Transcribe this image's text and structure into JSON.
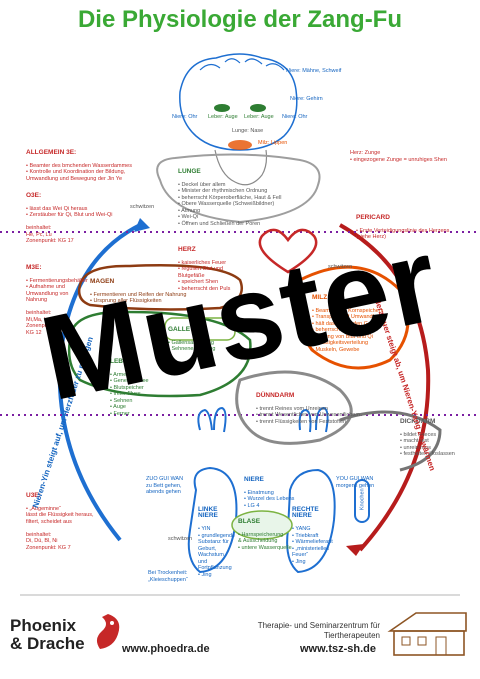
{
  "title": "Die Physiologie der Zang-Fu",
  "watermark": "Muster",
  "head_labels": {
    "niere_maehne": "Niere: Mähne, Schweif",
    "niere_gehirn": "Niere: Gehirn",
    "niere_ohr_left": "Niere: Ohr",
    "niere_ohr_right": "Niere: Ohr",
    "leber_auge_left": "Leber: Auge",
    "leber_auge_right": "Leber: Auge",
    "lunge_nase": "Lunge: Nase",
    "milz_lippen": "Milz: Lippen",
    "herz_zunge": "Herz: Zunge\n• eingezogene Zunge = unruhiges Shen"
  },
  "allgemein": {
    "head": "ALLGEMEIN 3E:",
    "text": "• Beamter des bmchenden Wasserdammes\n• Kontrolle und Koordination der Bildung,\nUmwandlung und Bewegung der Jin Ye"
  },
  "o3e": {
    "head": "O3E:",
    "text": "• lässt das Wei Qi heraus\n• Zerstäuber für Qi, Blut und Wei-Qi\n\nbeinhaltet:\nHe, Pc, Lu\nZonenpunkt: KG 17"
  },
  "m3e": {
    "head": "M3E:",
    "text": "• Fermentierungsbehälter\n• Aufnahme und\nUmwandlung von\nNahrung\n\nbeinhaltet:\nMi,Ma, Le, Gb\nZonenpunkt:\nKG 12"
  },
  "u3e": {
    "head": "U3E:",
    "text": "• „Abgeminne“\nlässt die Flüssigkeit heraus,\nfiltert, scheidet aus\n\nbeinhaltet:\nDi, Dü, Bl, Ni\nZonenpunkt: KG 7"
  },
  "lunge": {
    "head": "LUNGE",
    "text": "• Deckel über allem\n• Minister der rhythmischen Ordnung\n• beherrscht Körperoberfläche, Haut & Fell\n• Obere Wasserquelle (Schweißbildner)\n• Atmung\n• Wei-Qi\n• Öffnen und Schließen der Poren"
  },
  "herz": {
    "head": "HERZ",
    "text": "• kaiserliches Feuer\n• reguliert Blut und\nBlutgefäße\n• speichert Shen\n• beherrscht den Puls"
  },
  "pericard": {
    "head": "PERICARD",
    "text": "• Erste Verteidigungslinie des Herzens\n(siehe Herz)"
  },
  "magen": {
    "head": "MAGEN",
    "text": "• Fermentieren und Reifen der Nahrung\n• Ursprung aller Flüssigkeiten"
  },
  "galle": {
    "head": "GALLE",
    "text": "• Gallensaftbildung\n• Sehnenernährung"
  },
  "milz": {
    "head": "MILZ",
    "text": "• Beamter des Kornspeichers\n• Transport und Umwandlung\n• hält das Blut in den Gefäßen\n• beherrscht Fleisch\n• Bildung von Blut und Qi\n• Flüssigkeitsverteilung\n• Muskeln, Gewebe"
  },
  "leber": {
    "head": "LEBER",
    "text": "• Armee\n• Generalarmee\n• Blutspeicher\n• freier Fluss\n• Sehnen\n• Auge\n• Ferner"
  },
  "duenndarm": {
    "head": "DÜNNDARM",
    "text": "• trennt Reines vom Unreinen\n• trennt Wesentliches von Unwesentlichem\n• trennt Flüssigkeiten von Feststoffen"
  },
  "dickdarm": {
    "head": "DICKDARM",
    "text": "• bildet Faeces\n• macht fest\n• unrein raus\n• festhalten / loslassen"
  },
  "niere": {
    "head": "NIERE",
    "text": "• Einatmung\n• Wurzel des Lebens\n• LG 4"
  },
  "linke_niere": {
    "head": "LINKE\nNIERE",
    "text": "• YIN\n• grundlegende\nSubstanz für\nGeburt,\nWachstum\nund\nFortpflanzung\n• Jing"
  },
  "rechte_niere": {
    "head": "RECHTE\nNIERE",
    "text": "• YANG\n• Triebkraft\n• Wärmelieferant\n• „ministerielles\nFeuer“\n• Jing"
  },
  "blase": {
    "head": "BLASE",
    "text": "• Harnspeicherung\n& Ausscheidung\n• untere Wasserquelle"
  },
  "zuo_gui_wan": "ZUO GUI WAN\nzu Bett gehen,\nabends gehen",
  "you_gui_wan": "YOU GUI WAN\nmorgens gehen",
  "schwitzen_1": "schwitzen",
  "schwitzen_2": "schwitzen",
  "schwitzen_3": "schwitzen",
  "knochen": "Knochen",
  "trockenheit": "Bei Trockenheit:\n„Kleieschuppen“",
  "arc_left": "Nieren-Yin steigt auf, um Herzfeuer zu mäßigen",
  "arc_right": "Herzfeuer steigt ab, um Nieren-Yang zu wärmen",
  "footer": {
    "brand_line1": "Phoenix",
    "brand_line2": "& Drache",
    "url_left": "www.phoedra.de",
    "sub_right": "Therapie- und\nSeminarzentrum für Tiertherapeuten",
    "url_right": "www.tsz-sh.de"
  },
  "colors": {
    "green": "#3aa935",
    "red": "#c62828",
    "blue": "#1e6fd1",
    "brown": "#8d3b12",
    "orange": "#e65100",
    "purple": "#7b1fa2",
    "grey": "#8a8a8a"
  }
}
